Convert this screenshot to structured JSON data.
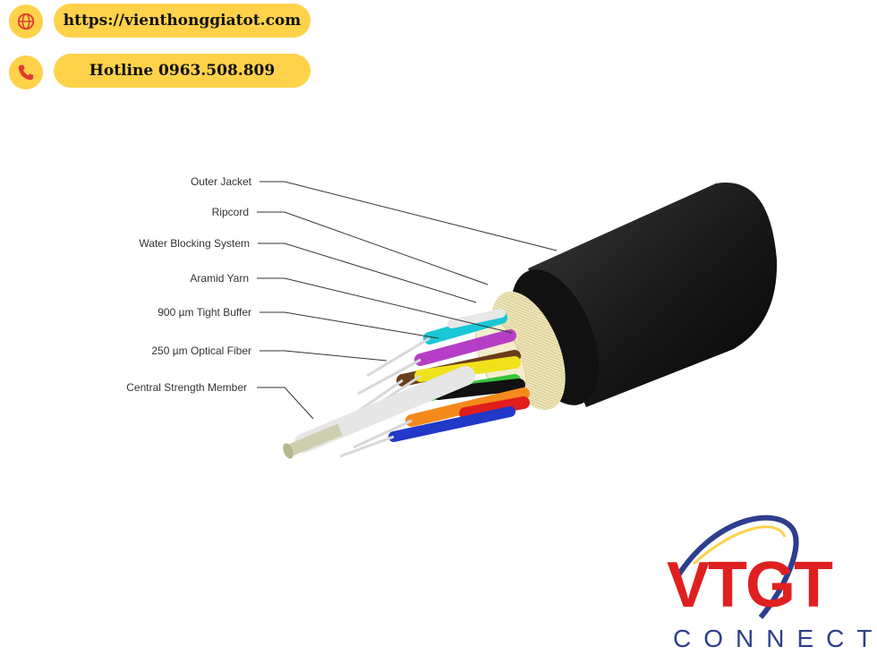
{
  "header": {
    "website": "https://vienthonggiatot.com",
    "hotline": "Hotline 0963.508.809",
    "website_icon": "globe-icon",
    "hotline_icon": "phone-icon"
  },
  "diagram": {
    "labels": [
      "Outer Jacket",
      "Ripcord",
      "Water Blocking System",
      "Aramid Yarn",
      "900 µm Tight Buffer",
      "250 µm Optical Fiber",
      "Central Strength Member"
    ]
  },
  "logo": {
    "brand": "VTGT",
    "subtitle": "CONNECT",
    "colors": {
      "red": "#e02020",
      "blue": "#2d3e8e",
      "yellow": "#ffd24a",
      "orange": "#f29a1f"
    }
  }
}
